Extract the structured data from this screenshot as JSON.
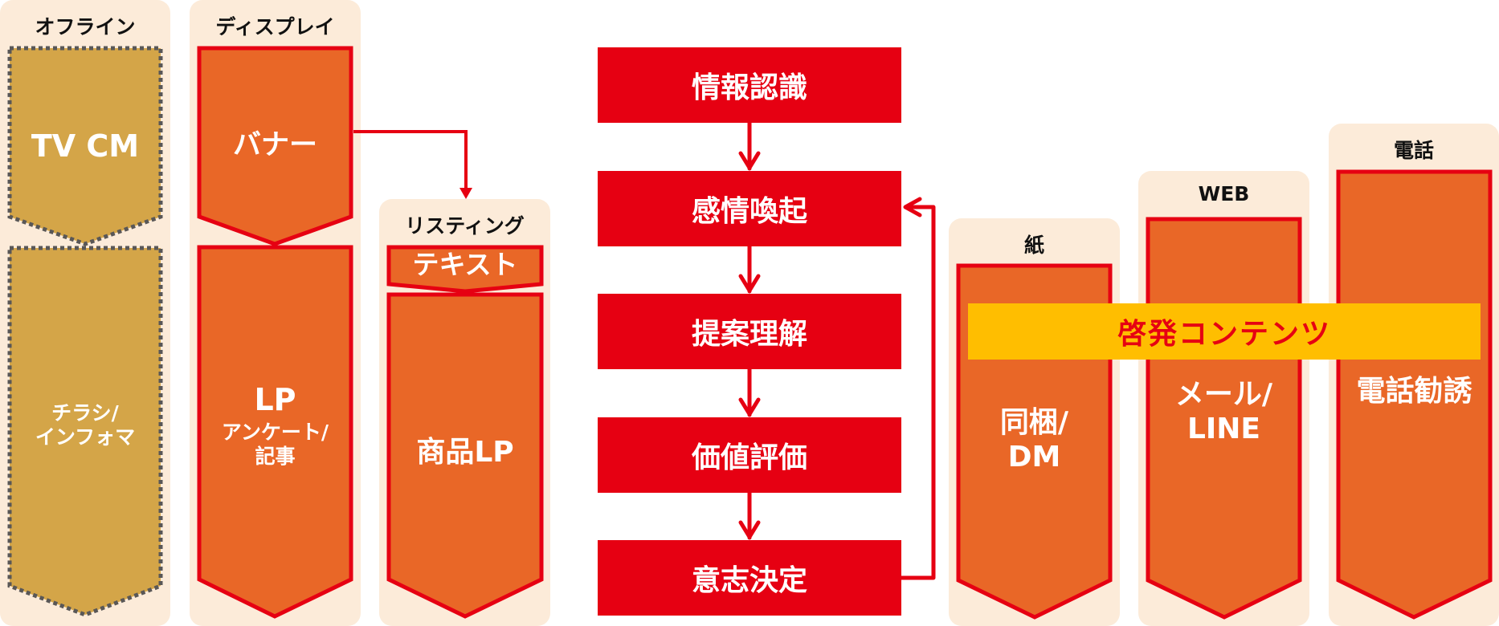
{
  "colors": {
    "panel_bg": "#fcebd9",
    "offline_fill": "#d4a548",
    "offline_border": "#595757",
    "channel_fill": "#e96727",
    "channel_border": "#e60012",
    "flow_fill": "#e60012",
    "band_fill": "#ffbe00",
    "band_text": "#e60012"
  },
  "left_groups": [
    {
      "title": "オフライン",
      "items": [
        "TV CM",
        "チラシ/\nインフォマ"
      ]
    },
    {
      "title": "ディスプレイ",
      "items": [
        "バナー",
        "LP",
        "アンケート/\n記事"
      ]
    },
    {
      "title": "リスティング",
      "items": [
        "テキスト",
        "商品LP"
      ]
    }
  ],
  "flow": {
    "steps": [
      "情報認識",
      "感情喚起",
      "提案理解",
      "価値評価",
      "意志決定"
    ],
    "feedback": {
      "from": "意志決定",
      "to": "感情喚起"
    }
  },
  "connector": {
    "from": "バナー",
    "to": "リスティング"
  },
  "right_groups": [
    {
      "title": "紙",
      "item": "同梱/\nDM"
    },
    {
      "title": "WEB",
      "item": "メール/\nLINE"
    },
    {
      "title": "電話",
      "item": "電話勧誘"
    }
  ],
  "band": {
    "label": "啓発コンテンツ"
  }
}
